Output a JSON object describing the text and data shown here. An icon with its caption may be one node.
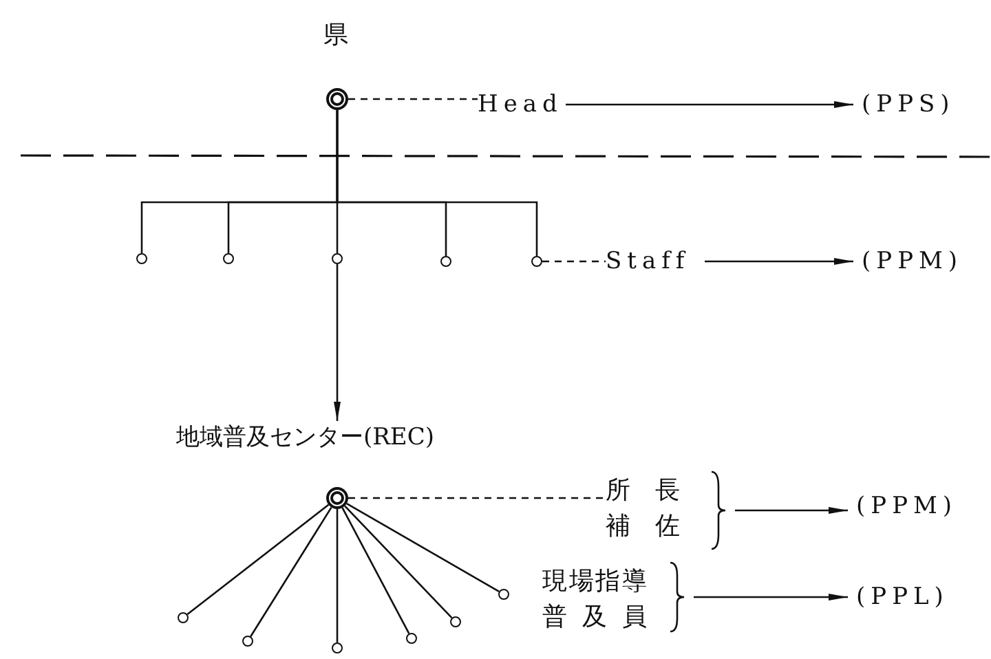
{
  "diagram": {
    "nodes": [
      {
        "text": [],
        "shape": "circle",
        "beside": [
          "県"
        ]
      },
      {
        "text": [
          "Head"
        ]
      },
      {
        "text": [
          "(PPS)"
        ]
      },
      {
        "text": [],
        "shape": "circle"
      },
      {
        "text": [],
        "shape": "circle"
      },
      {
        "text": [],
        "shape": "circle"
      },
      {
        "text": [],
        "shape": "circle"
      },
      {
        "text": [],
        "shape": "circle"
      },
      {
        "text": [
          "Staff"
        ]
      },
      {
        "text": [
          "(PPM)"
        ]
      },
      {
        "text": [
          "地域普及センター(REC)"
        ]
      },
      {
        "text": [],
        "shape": "circle"
      },
      {
        "text": [
          "所長補佐"
        ]
      },
      {
        "text": [
          "(PPM)"
        ]
      },
      {
        "text": [
          "現場指導普及員"
        ]
      },
      {
        "text": [
          "(PPL)"
        ]
      },
      {
        "text": [],
        "shape": "circle"
      },
      {
        "text": [],
        "shape": "circle"
      },
      {
        "text": [],
        "shape": "circle"
      },
      {
        "text": [],
        "shape": "circle"
      },
      {
        "text": [],
        "shape": "circle"
      },
      {
        "text": [],
        "shape": "circle"
      }
    ],
    "edges": [
      {
        "from": 0,
        "to": 1,
        "arrow": "none",
        "style": "dashed"
      },
      {
        "from": 1,
        "to": 2,
        "arrow": "to"
      },
      {
        "from": 0,
        "to": 3,
        "arrow": "none"
      },
      {
        "from": 0,
        "to": 4,
        "arrow": "none"
      },
      {
        "from": 0,
        "to": 5,
        "arrow": "none"
      },
      {
        "from": 0,
        "to": 6,
        "arrow": "none"
      },
      {
        "from": 0,
        "to": 7,
        "arrow": "none"
      },
      {
        "from": 5,
        "to": 10,
        "arrow": "to"
      },
      {
        "from": 7,
        "to": 8,
        "arrow": "none",
        "style": "dashed"
      },
      {
        "from": 8,
        "to": 9,
        "arrow": "to"
      },
      {
        "from": 11,
        "to": 12,
        "arrow": "none",
        "style": "dashed"
      },
      {
        "from": 12,
        "to": 13,
        "arrow": "to"
      },
      {
        "from": 14,
        "to": 15,
        "arrow": "to"
      },
      {
        "from": 11,
        "to": 16,
        "arrow": "none"
      },
      {
        "from": 11,
        "to": 17,
        "arrow": "none"
      },
      {
        "from": 11,
        "to": 18,
        "arrow": "none"
      },
      {
        "from": 11,
        "to": 19,
        "arrow": "none"
      },
      {
        "from": 11,
        "to": 20,
        "arrow": "none"
      },
      {
        "from": 11,
        "to": 21,
        "arrow": "none"
      }
    ]
  }
}
